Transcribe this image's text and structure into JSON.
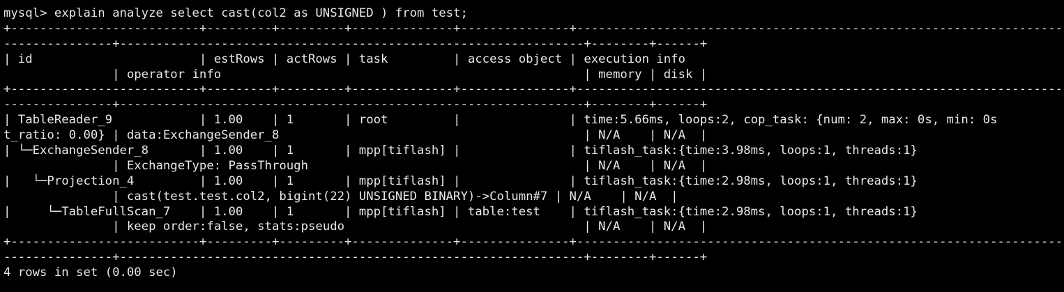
{
  "terminal": {
    "lines": [
      "mysql> explain analyze select cast(col2 as UNSIGNED ) from test;",
      "+--------------------------+---------+---------+--------------+---------------+--------------------------------------------------------------------------------------------------------------------------",
      "---------------+----------------------------------------------------------------+--------+------+",
      "| id                       | estRows | actRows | task         | access object | execution info",
      "               | operator info                                                  | memory | disk |",
      "+--------------------------+---------+---------+--------------+---------------+--------------------------------------------------------------------------------------------------------------------------",
      "---------------+----------------------------------------------------------------+--------+------+",
      "| TableReader_9            | 1.00    | 1       | root         |               | time:5.66ms, loops:2, cop_task: {num: 2, max: 0s, min: 0s",
      "t_ratio: 0.00} | data:ExchangeSender_8                                          | N/A    | N/A  |",
      "| └─ExchangeSender_8       | 1.00    | 1       | mpp[tiflash] |               | tiflash_task:{time:3.98ms, loops:1, threads:1}",
      "               | ExchangeType: PassThrough                                      | N/A    | N/A  |",
      "|   └─Projection_4         | 1.00    | 1       | mpp[tiflash] |               | tiflash_task:{time:2.98ms, loops:1, threads:1}",
      "               | cast(test.test.col2, bigint(22) UNSIGNED BINARY)->Column#7 | N/A    | N/A  |",
      "|     └─TableFullScan_7    | 1.00    | 1       | mpp[tiflash] | table:test    | tiflash_task:{time:2.98ms, loops:1, threads:1}",
      "               | keep order:false, stats:pseudo                                 | N/A    | N/A  |",
      "+--------------------------+---------+---------+--------------+---------------+--------------------------------------------------------------------------------------------------------------------------",
      "---------------+----------------------------------------------------------------+--------+------+",
      "4 rows in set (0.00 sec)"
    ]
  }
}
